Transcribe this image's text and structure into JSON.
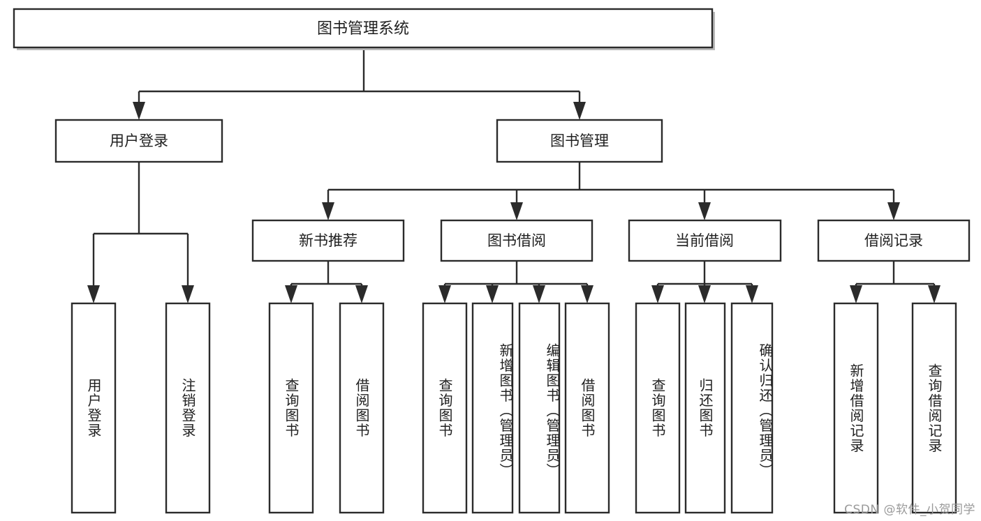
{
  "diagram": {
    "type": "tree-hierarchy",
    "title": "图书管理系统",
    "orientation": "top-down",
    "colors": {
      "box_stroke": "#2b2b2b",
      "box_fill": "#ffffff",
      "connector": "#2b2b2b",
      "text": "#1f1f1f",
      "watermark": "#9a9a9a",
      "background": "#ffffff"
    },
    "root": {
      "id": "root",
      "label": "图书管理系统"
    },
    "level2": [
      {
        "id": "user-login",
        "label": "用户登录"
      },
      {
        "id": "book-manage",
        "label": "图书管理"
      }
    ],
    "level3": [
      {
        "id": "new-book-rec",
        "label": "新书推荐",
        "parent": "book-manage"
      },
      {
        "id": "book-borrow",
        "label": "图书借阅",
        "parent": "book-manage"
      },
      {
        "id": "current-borrow",
        "label": "当前借阅",
        "parent": "book-manage"
      },
      {
        "id": "borrow-record",
        "label": "借阅记录",
        "parent": "book-manage"
      }
    ],
    "leaves": {
      "user-login": [
        {
          "id": "leaf-user-login",
          "label": "用户登录"
        },
        {
          "id": "leaf-logout",
          "label": "注销登录"
        }
      ],
      "new-book-rec": [
        {
          "id": "leaf-query-book-1",
          "label": "查询图书"
        },
        {
          "id": "leaf-borrow-book-1",
          "label": "借阅图书"
        }
      ],
      "book-borrow": [
        {
          "id": "leaf-query-book-2",
          "label": "查询图书"
        },
        {
          "id": "leaf-add-book",
          "label": "新增图书（管理员）"
        },
        {
          "id": "leaf-edit-book",
          "label": "编辑图书（管理员）"
        },
        {
          "id": "leaf-borrow-book-2",
          "label": "借阅图书"
        }
      ],
      "current-borrow": [
        {
          "id": "leaf-query-book-3",
          "label": "查询图书"
        },
        {
          "id": "leaf-return-book",
          "label": "归还图书"
        },
        {
          "id": "leaf-confirm-return",
          "label": "确认归还（管理员）"
        }
      ],
      "borrow-record": [
        {
          "id": "leaf-add-record",
          "label": "新增借阅记录"
        },
        {
          "id": "leaf-query-record",
          "label": "查询借阅记录"
        }
      ]
    },
    "watermark": "CSDN @软件_小贺同学"
  }
}
